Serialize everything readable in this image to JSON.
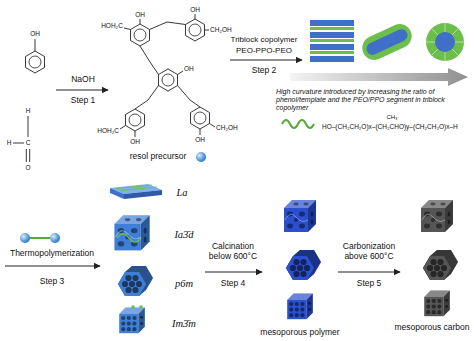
{
  "diagram": {
    "labels": [
      "OH",
      "H",
      "H",
      "C",
      "O",
      "NaOH",
      "Step 1",
      "OH",
      "HOH₂C",
      "OH",
      "CH₂OH",
      "OH",
      "HOH₂C",
      "OH",
      "OH",
      "CH₂OH",
      "resol precursor",
      "Triblock copolymer",
      "PEO-PPO-PEO",
      "Step 2",
      "High curvature introduced by increasing the ratio of phenol/template and the PEO/PPO segment in triblock copolymer",
      "CH₃",
      "HO–(CH₂CH₂O)x–(CH₂CHO)y–(CH₂CH₂O)x–H",
      "Thermopolymerization",
      "Step 3",
      "La",
      "Ia3̄d",
      "p6m",
      "Im3̄m",
      "Calcination below 600°C",
      "Step 4",
      "mesoporous polymer",
      "Carbonization above 600°C",
      "Step 5",
      "mesoporous carbon"
    ]
  }
}
